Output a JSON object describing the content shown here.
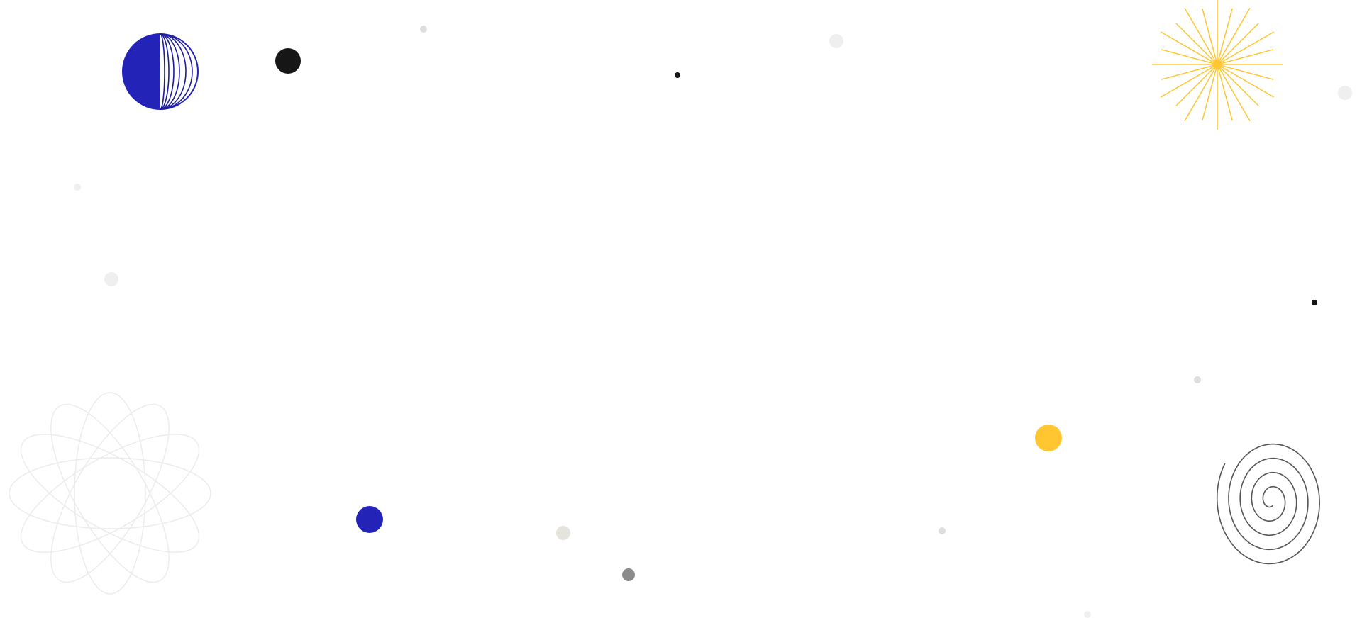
{
  "palette": {
    "background": "#ffffff",
    "blue": "#2323b8",
    "black": "#161616",
    "yellow": "#ffc632",
    "gray": "#8a8a8a",
    "light_gray": "#e6e6e6",
    "beige": "#e4e3dc",
    "faint_line": "#ececec",
    "spiral_stroke": "#555555"
  },
  "decorations": [
    {
      "name": "half-globe-icon",
      "color": "blue"
    },
    {
      "name": "sunburst-icon",
      "color": "yellow"
    },
    {
      "name": "atom-orbits-icon",
      "color": "faint_line"
    },
    {
      "name": "spiral-icon",
      "color": "spiral_stroke"
    }
  ]
}
